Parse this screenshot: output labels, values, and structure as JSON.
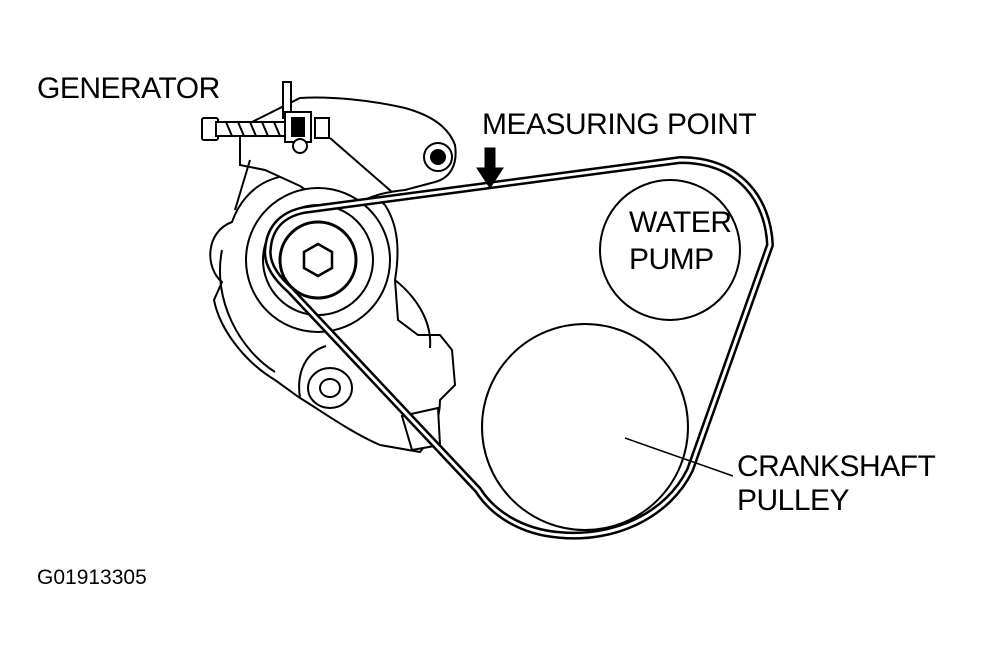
{
  "labels": {
    "generator": "GENERATOR",
    "measuring_point": "MEASURING POINT",
    "water_pump_line1": "WATER",
    "water_pump_line2": "PUMP",
    "crankshaft_line1": "CRANKSHAFT",
    "crankshaft_line2": "PULLEY"
  },
  "figure_code": "G01913305",
  "colors": {
    "ink": "#000000",
    "paper": "#ffffff"
  }
}
